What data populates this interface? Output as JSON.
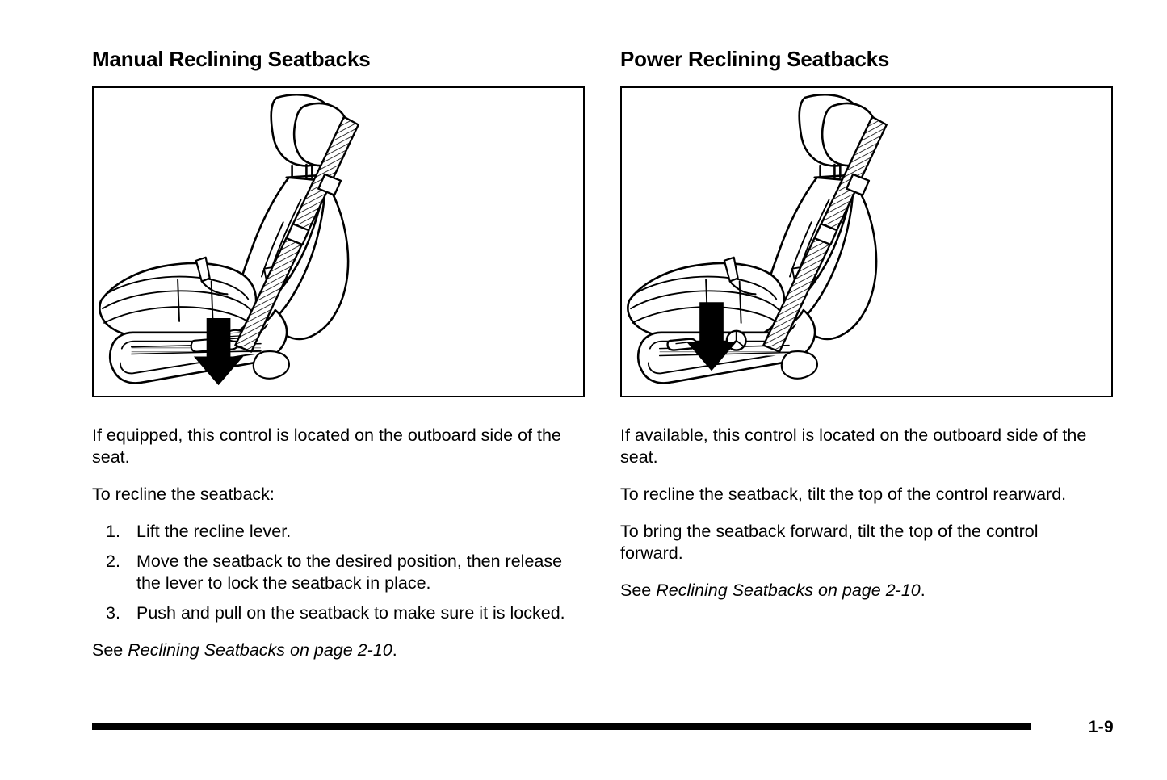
{
  "page": {
    "folio": "1-9",
    "background_color": "#ffffff",
    "ink_color": "#000000"
  },
  "columns": {
    "left": {
      "heading": "Manual Reclining Seatbacks",
      "figure": {
        "name": "manual-reclining-seat-illustration",
        "caption_text": "",
        "described_elements": [
          "front seat side view",
          "headrest with two posts",
          "hatched seat belt webbing",
          "seat cushion with pleats",
          "seat base rail",
          "recline lever on outboard side",
          "black down arrow pointing to recline lever"
        ]
      },
      "paragraph_1": "If equipped, this control is located on the outboard side of the seat.",
      "paragraph_2": "To recline the seatback:",
      "steps": [
        {
          "number": "1.",
          "text": "Lift the recline lever."
        },
        {
          "number": "2.",
          "text": "Move the seatback to the desired position, then release the lever to lock the seatback in place."
        },
        {
          "number": "3.",
          "text": "Push and pull on the seatback to make sure it is locked."
        }
      ],
      "cross_reference": {
        "lead": "See ",
        "link": "Reclining Seatbacks on page 2-10",
        "trail": "."
      }
    },
    "right": {
      "heading": "Power Reclining Seatbacks",
      "figure": {
        "name": "power-reclining-seat-illustration",
        "caption_text": "",
        "described_elements": [
          "front seat side view",
          "headrest with two posts",
          "hatched seat belt webbing",
          "seat cushion with pleats",
          "seat base rail",
          "power seat control switches on outboard side",
          "seat-slide switch icon",
          "seatback-tilt switch icon",
          "lumbar knob icon",
          "black down arrow pointing to power controls"
        ]
      },
      "paragraph_1": "If available, this control is located on the outboard side of the seat.",
      "paragraph_2": "To recline the seatback, tilt the top of the control rearward.",
      "paragraph_3": "To bring the seatback forward, tilt the top of the control forward.",
      "cross_reference": {
        "lead": "See ",
        "link": "Reclining Seatbacks on page 2-10",
        "trail": "."
      }
    }
  }
}
